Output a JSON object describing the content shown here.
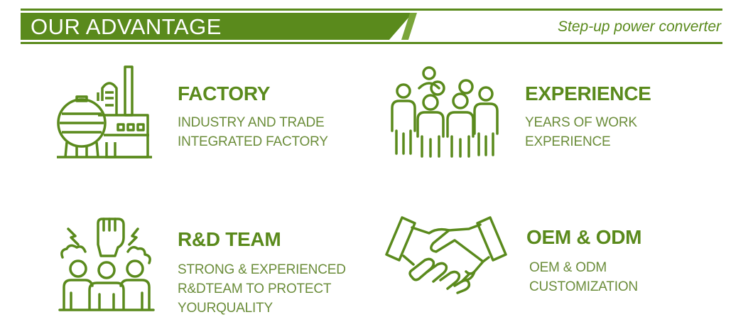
{
  "header": {
    "title": "OUR ADVANTAGE",
    "subtitle": "Step-up power converter"
  },
  "colors": {
    "brand_green": "#5a8a1c",
    "text_green": "#6b8d3a",
    "accent_green": "#7aa53a"
  },
  "items": [
    {
      "icon": "factory-icon",
      "title": "FACTORY",
      "lines": [
        "INDUSTRY AND TRADE",
        "INTEGRATED FACTORY"
      ]
    },
    {
      "icon": "people-group-icon",
      "title": "EXPERIENCE",
      "lines": [
        "YEARS OF WORK",
        "EXPERIENCE"
      ]
    },
    {
      "icon": "team-fist-icon",
      "title": "R&D TEAM",
      "lines": [
        "STRONG & EXPERIENCED",
        "R&DTEAM TO PROTECT",
        "YOURQUALITY"
      ]
    },
    {
      "icon": "handshake-icon",
      "title": "OEM & ODM",
      "lines": [
        "OEM & ODM",
        "CUSTOMIZATION"
      ]
    }
  ]
}
